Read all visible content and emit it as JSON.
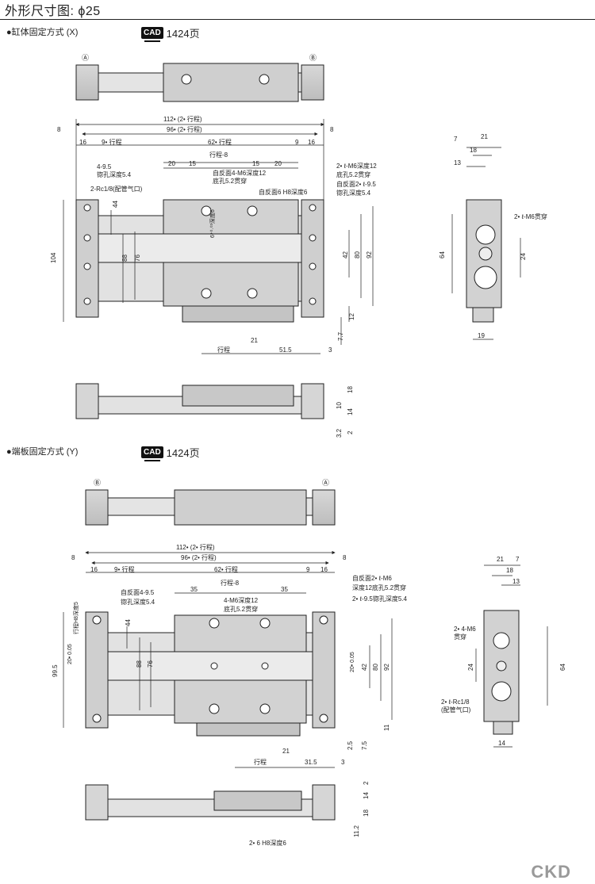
{
  "header": {
    "title": "外形尺寸图: ϕ25"
  },
  "section_x": {
    "label": "●缸体固定方式 (X)",
    "cad_badge": "CAD",
    "cad_page": "1424页",
    "markers": [
      "Ⓐ",
      "Ⓑ"
    ],
    "dims": {
      "overall": "112• (2• 行程)",
      "inner": "96• (2• 行程)",
      "left_8": "8",
      "right_8": "8",
      "l16": "16",
      "l9": "9• 行程",
      "mid62": "62• 行程",
      "r9": "9",
      "r16": "16",
      "stroke_minus8": "行程-8",
      "d20a": "20",
      "d15a": "15",
      "d15b": "15",
      "d20b": "20",
      "h104": "104",
      "h44": "44",
      "h88": "88",
      "h76": "76",
      "h42": "42",
      "h80": "80",
      "h92": "92",
      "h12": "12",
      "h77": "7.7",
      "b_stroke": "行程",
      "b21": "21",
      "b515": "51.5",
      "b3": "3",
      "s18": "18",
      "s10": "10",
      "s14": "14",
      "s2": "2",
      "s32": "3.2",
      "e7": "7",
      "e21": "21",
      "e18": "18",
      "e13": "13",
      "e64": "64",
      "e24": "24",
      "e19": "19",
      "depth6": "6⁺⁰·⁰³深度6"
    },
    "notes": {
      "n1": "4-9.5",
      "n2": "锪孔深度5.4",
      "n3": "2-Rc1/8(配管气口)",
      "n4": "自反面4-M6深度12",
      "n5": "底孔5.2贯穿",
      "n6": "自反面6 H8深度6",
      "n7": "2• ℓ-M6深度12",
      "n8": "底孔5.2贯穿",
      "n9": "自反面2• ℓ-9.5",
      "n10": "锪孔深度5.4",
      "n11": "2• ℓ-M6贯穿"
    }
  },
  "section_y": {
    "label": "●端板固定方式 (Y)",
    "cad_badge": "CAD",
    "cad_page": "1424页",
    "markers": [
      "Ⓑ",
      "Ⓐ"
    ],
    "dims": {
      "overall": "112• (2• 行程)",
      "inner": "96• (2• 行程)",
      "left_8": "8",
      "right_8": "8",
      "l16": "16",
      "l9": "9• 行程",
      "mid62": "62• 行程",
      "r9": "9",
      "r16": "16",
      "d35a": "35",
      "stroke_minus8": "行程-8",
      "d35b": "35",
      "h995": "99.5",
      "h20a": "20• 0.05",
      "h44": "44",
      "h88": "88",
      "h76": "76",
      "h20b": "20• 0.05",
      "h42": "42",
      "h80": "80",
      "h92": "92",
      "h11": "11",
      "h25": "2.5",
      "h75": "7.5",
      "b21": "21",
      "b_stroke": "行程",
      "b315": "31.5",
      "b3": "3",
      "s2": "2",
      "s14": "14",
      "s18": "18",
      "s112": "11.2",
      "e21": "21",
      "e7": "7",
      "e18": "18",
      "e13": "13",
      "e24": "24",
      "e64": "64",
      "e14": "14",
      "side_left": "行程H8深度5"
    },
    "notes": {
      "n1": "自反面4-9.5",
      "n2": "锪孔深度5.4",
      "n3": "4-M6深度12",
      "n4": "底孔5.2贯穿",
      "n5": "自反面2• ℓ-M6",
      "n6": "深度12底孔5.2贯穿",
      "n7": "2• ℓ-9.5锪孔深度5.4",
      "n8": "2• 4-M6",
      "n9": "贯穿",
      "n10": "2• ℓ-Rc1/8",
      "n11": "(配管气口)",
      "n12": "2• 6 H8深度6"
    }
  },
  "footer": {
    "logo": "CKD"
  }
}
